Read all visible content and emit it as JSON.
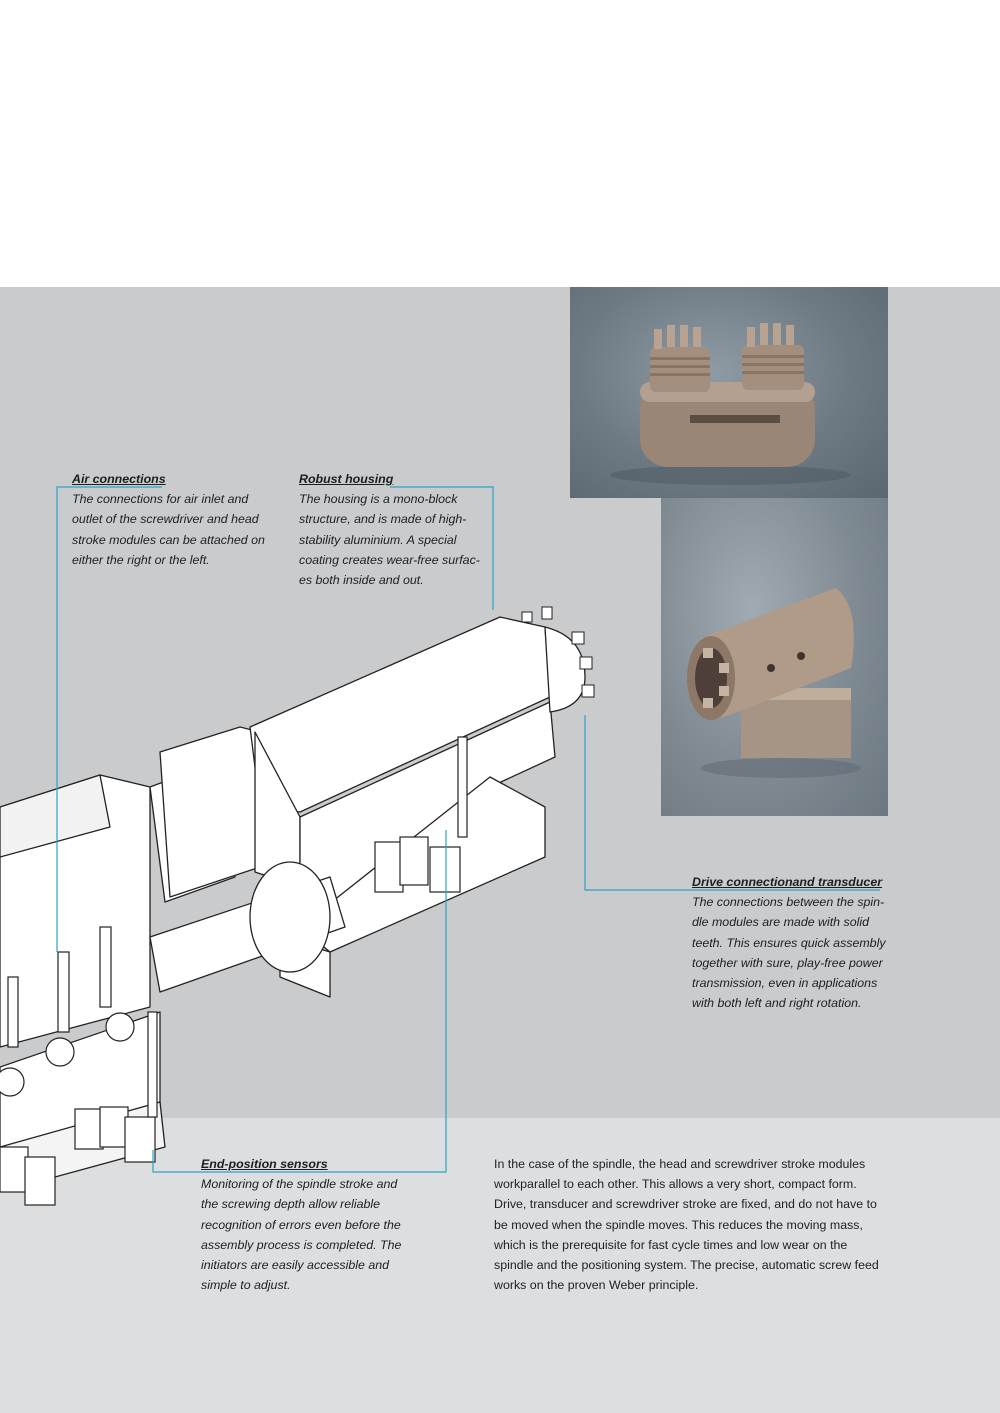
{
  "callouts": {
    "air_connections": {
      "title": "Air connections",
      "text": "The connections for air inlet and outlet of the screwdriver and head stroke modules can be attached on either the right or the left."
    },
    "robust_housing": {
      "title": "Robust housing",
      "text": "The housing is a mono-block structure, and is made of high-stability aluminium. A special coating creates wear-free surfac-es both inside and out."
    },
    "drive_connection": {
      "title": "Drive connectionand transducer",
      "text": "The connections between the spin-dle modules are made with solid teeth. This ensures quick assembly together with sure, play-free power transmission, even in applications with both left and right rotation."
    },
    "end_position_sensors": {
      "title": "End-position sensors",
      "text": "Monitoring of the spindle stroke and the screwing depth allow reliable recognition of errors even before the assembly process is completed. The initiators are easily accessible and simple to adjust."
    }
  },
  "body": {
    "paragraph": "In the case of the spindle, the head and screwdriver stroke modules workparallel to each other. This allows a very short, compact form. Drive, transducer and screwdriver stroke are fixed, and do not have to be moved when the spindle moves. This reduces the moving mass, which is the prerequisite for fast cycle times and low wear on the spindle and the positioning system. The precise, automatic screw feed works on the proven Weber principle."
  },
  "colors": {
    "band_top": "#c9cbcd",
    "band_bottom": "#dcdedf",
    "callout_line": "#2aa4c8"
  }
}
